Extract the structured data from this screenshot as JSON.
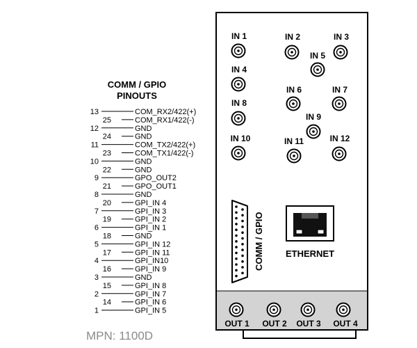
{
  "pinout_title_line1": "COMM / GPIO",
  "pinout_title_line2": "PINOUTS",
  "mpn_label": "MPN: 1100D",
  "pins": [
    {
      "num": "13",
      "signal": "COM_RX2/422(+)"
    },
    {
      "num": "25",
      "signal": "COM_RX1/422(-)"
    },
    {
      "num": "12",
      "signal": "GND"
    },
    {
      "num": "24",
      "signal": "GND"
    },
    {
      "num": "11",
      "signal": "COM_TX2/422(+)"
    },
    {
      "num": "23",
      "signal": "COM_TX1/422(-)"
    },
    {
      "num": "10",
      "signal": "GND"
    },
    {
      "num": "22",
      "signal": "GND"
    },
    {
      "num": "9",
      "signal": "GPO_OUT2"
    },
    {
      "num": "21",
      "signal": "GPO_OUT1"
    },
    {
      "num": "8",
      "signal": "GND"
    },
    {
      "num": "20",
      "signal": "GPI_IN 4"
    },
    {
      "num": "7",
      "signal": "GPI_IN 3"
    },
    {
      "num": "19",
      "signal": "GPI_IN 2"
    },
    {
      "num": "6",
      "signal": "GPI_IN 1"
    },
    {
      "num": "18",
      "signal": "GND"
    },
    {
      "num": "5",
      "signal": "GPI_IN 12"
    },
    {
      "num": "17",
      "signal": "GPI_IN 11"
    },
    {
      "num": "4",
      "signal": "GPI_IN10"
    },
    {
      "num": "16",
      "signal": "GPI_IN 9"
    },
    {
      "num": "3",
      "signal": "GND"
    },
    {
      "num": "15",
      "signal": "GPI_IN 8"
    },
    {
      "num": "2",
      "signal": "GPI_IN 7"
    },
    {
      "num": "14",
      "signal": "GPI_IN 6"
    },
    {
      "num": "1",
      "signal": "GPI_IN 5"
    }
  ],
  "inputs": [
    "IN 1",
    "IN 2",
    "IN 3",
    "IN 4",
    "IN 5",
    "IN 6",
    "IN 7",
    "IN 8",
    "IN 9",
    "IN 10",
    "IN 11",
    "IN 12"
  ],
  "outputs": [
    "OUT 1",
    "OUT 2",
    "OUT 3",
    "OUT 4"
  ],
  "comm_port_label": "COMM / GPIO",
  "ethernet_label": "ETHERNET",
  "colors": {
    "panel_border": "#000000",
    "output_strip": "#d3d3d3",
    "mpn_text": "#8a8a8a"
  }
}
